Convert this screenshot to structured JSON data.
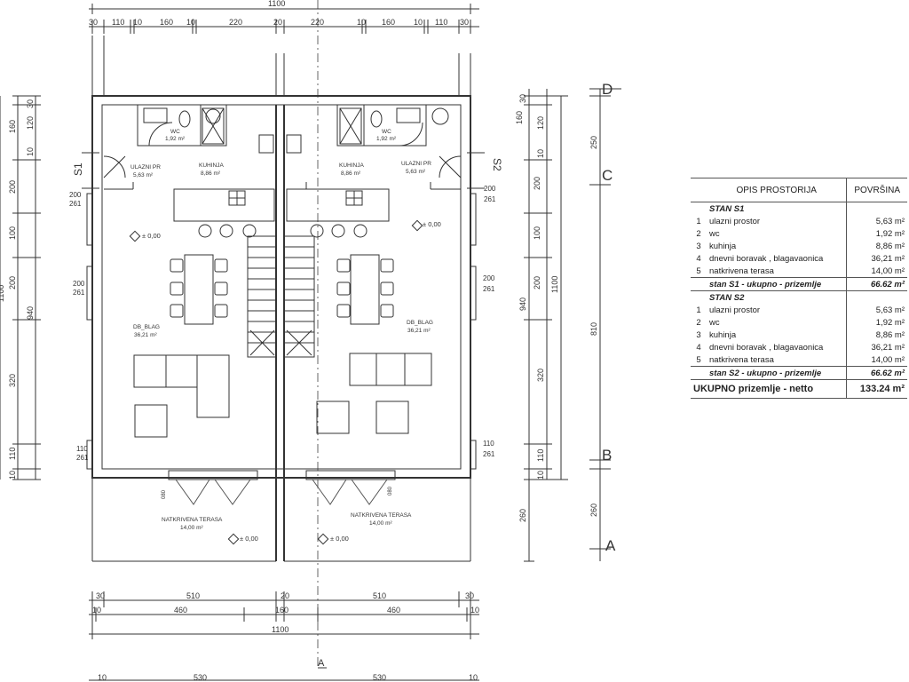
{
  "plan": {
    "dims_top_total": "1100",
    "dims_top": [
      "30",
      "110",
      "10",
      "160",
      "10",
      "220",
      "20",
      "220",
      "10",
      "160",
      "10",
      "110",
      "30"
    ],
    "dims_bottom_row1": [
      "30",
      "510",
      "20",
      "510",
      "30"
    ],
    "dims_bottom_row2": [
      "10",
      "460",
      "160",
      "460",
      "10"
    ],
    "dims_bottom_total": "1100",
    "dims_bottom_row4": [
      "10",
      "530",
      "530",
      "10"
    ],
    "dims_left": [
      "30",
      "160",
      "120",
      "10",
      "200",
      "100",
      "200",
      "940",
      "320",
      "110",
      "10"
    ],
    "dims_left_total": "1100",
    "dims_right": [
      "30",
      "120",
      "160",
      "10",
      "200",
      "100",
      "200",
      "940",
      "320",
      "110",
      "10",
      "260"
    ],
    "dims_right_total_a": "1100",
    "dims_right_total_b": "810",
    "dims_right_250": "250",
    "dims_right_260": "260",
    "axes": [
      "D",
      "C",
      "B",
      "A"
    ],
    "section_marks": [
      "S1",
      "S2",
      "A"
    ],
    "window_marks": [
      {
        "w": "200",
        "h": "261"
      },
      {
        "w": "200",
        "h": "261"
      },
      {
        "w": "110",
        "h": "261"
      },
      {
        "w": "200",
        "h": "261"
      },
      {
        "w": "200",
        "h": "261"
      },
      {
        "w": "110",
        "h": "261"
      }
    ],
    "rooms": {
      "wc_left": {
        "name": "WC",
        "area": "1,92 m²"
      },
      "wc_right": {
        "name": "WC",
        "area": "1,92 m²"
      },
      "ulazni_left": {
        "name": "ULAZNI PR",
        "area": "5,63 m²"
      },
      "ulazni_right": {
        "name": "ULAZNI PR",
        "area": "5,63 m²"
      },
      "kuhinja_left": {
        "name": "KUHINJA",
        "area": "8,86 m²"
      },
      "kuhinja_right": {
        "name": "KUHINJA",
        "area": "8,86 m²"
      },
      "db_left": {
        "name": "DB_BLAG",
        "area": "36,21 m²"
      },
      "db_right": {
        "name": "DB_BLAG",
        "area": "36,21 m²"
      },
      "terasa_left": {
        "name": "NATKRIVENA TERASA",
        "area": "14,00 m²"
      },
      "terasa_right": {
        "name": "NATKRIVENA TERASA",
        "area": "14,00 m²"
      }
    },
    "level": "± 0,00",
    "door_width": "080"
  },
  "table": {
    "header_left": "OPIS PROSTORIJA",
    "header_right": "POVRŠINA",
    "sections": [
      {
        "title": "STAN S1",
        "rows": [
          {
            "n": "1",
            "name": "ulazni prostor",
            "area": "5,63 m²"
          },
          {
            "n": "2",
            "name": "wc",
            "area": "1,92 m²"
          },
          {
            "n": "3",
            "name": "kuhinja",
            "area": "8,86 m²"
          },
          {
            "n": "4",
            "name": "dnevni boravak , blagavaonica",
            "area": "36,21 m²"
          },
          {
            "n": "5",
            "name": "natkrivena terasa",
            "area": "14,00 m²"
          }
        ],
        "total_label": "stan S1 - ukupno - prizemlje",
        "total_area": "66.62 m²"
      },
      {
        "title": "STAN S2",
        "rows": [
          {
            "n": "1",
            "name": "ulazni prostor",
            "area": "5,63 m²"
          },
          {
            "n": "2",
            "name": "wc",
            "area": "1,92 m²"
          },
          {
            "n": "3",
            "name": "kuhinja",
            "area": "8,86 m²"
          },
          {
            "n": "4",
            "name": "dnevni boravak , blagavaonica",
            "area": "36,21 m²"
          },
          {
            "n": "5",
            "name": "natkrivena terasa",
            "area": "14,00 m²"
          }
        ],
        "total_label": "stan S2 - ukupno - prizemlje",
        "total_area": "66.62 m²"
      }
    ],
    "grand_label": "UKUPNO prizemlje - netto",
    "grand_area": "133.24 m²"
  }
}
